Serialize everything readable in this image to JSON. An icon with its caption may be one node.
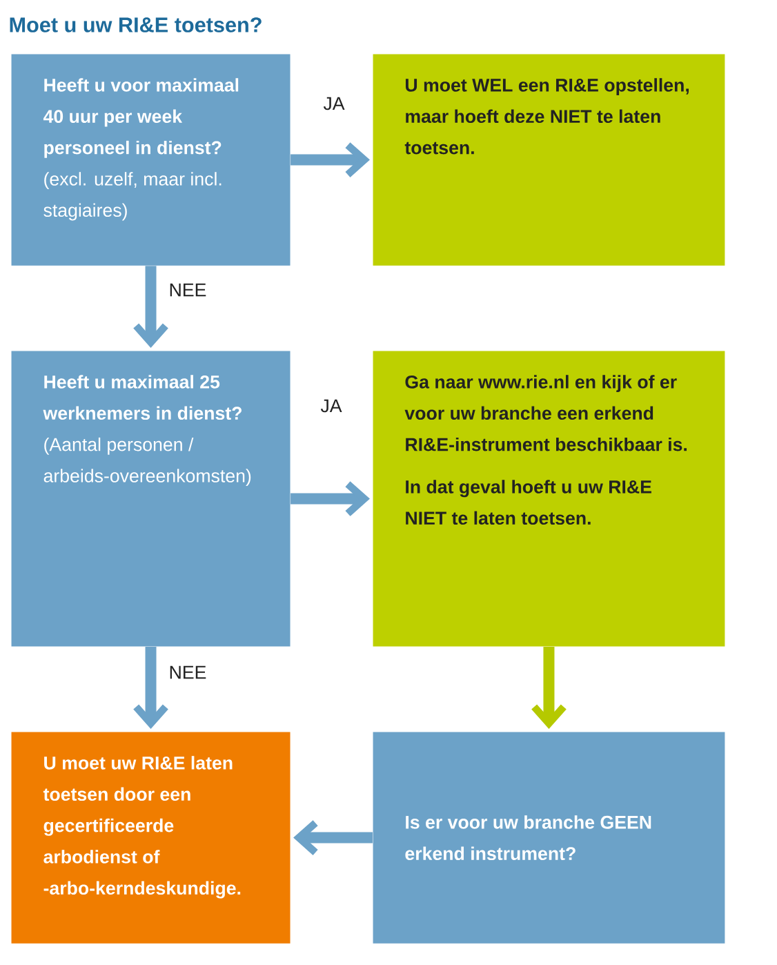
{
  "diagram": {
    "title": "Moet u uw RI&E toetsen?",
    "nodes": [
      {
        "text": [
          "**Heeft u voor maximaal 40 uur per week personeel in dienst?** (excl. uzelf, maar incl. stagiaires)"
        ]
      },
      {
        "text": [
          "U moet WEL een RI&E opstellen, maar hoeft deze NIET te laten toetsen."
        ]
      },
      {
        "text": [
          "**Heeft u maximaal 25 werknemers in dienst?** (Aantal personen / arbeids-overeenkomsten)"
        ]
      },
      {
        "text": [
          "Ga naar www.rie.nl en kijk of er voor uw branche een erkend RI&E-instrument beschikbaar is.",
          "In dat geval hoeft u uw RI&E NIET te laten toetsen."
        ]
      },
      {
        "text": [
          "U moet uw RI&E laten toetsen door een gecertificeerde arbodienst of -arbo-kerndeskundige."
        ]
      },
      {
        "text": [
          "Is er voor uw branche GEEN erkend instrument?"
        ]
      }
    ],
    "edges": [
      {
        "from": 0,
        "to": 1,
        "arrow": "to",
        "label": "JA"
      },
      {
        "from": 0,
        "to": 2,
        "arrow": "to",
        "label": "NEE"
      },
      {
        "from": 2,
        "to": 3,
        "arrow": "to",
        "label": "JA"
      },
      {
        "from": 2,
        "to": 4,
        "arrow": "to",
        "label": "NEE"
      },
      {
        "from": 3,
        "to": 5,
        "arrow": "to",
        "color": "#b5c900"
      },
      {
        "from": 5,
        "to": 4,
        "arrow": "to"
      }
    ]
  }
}
